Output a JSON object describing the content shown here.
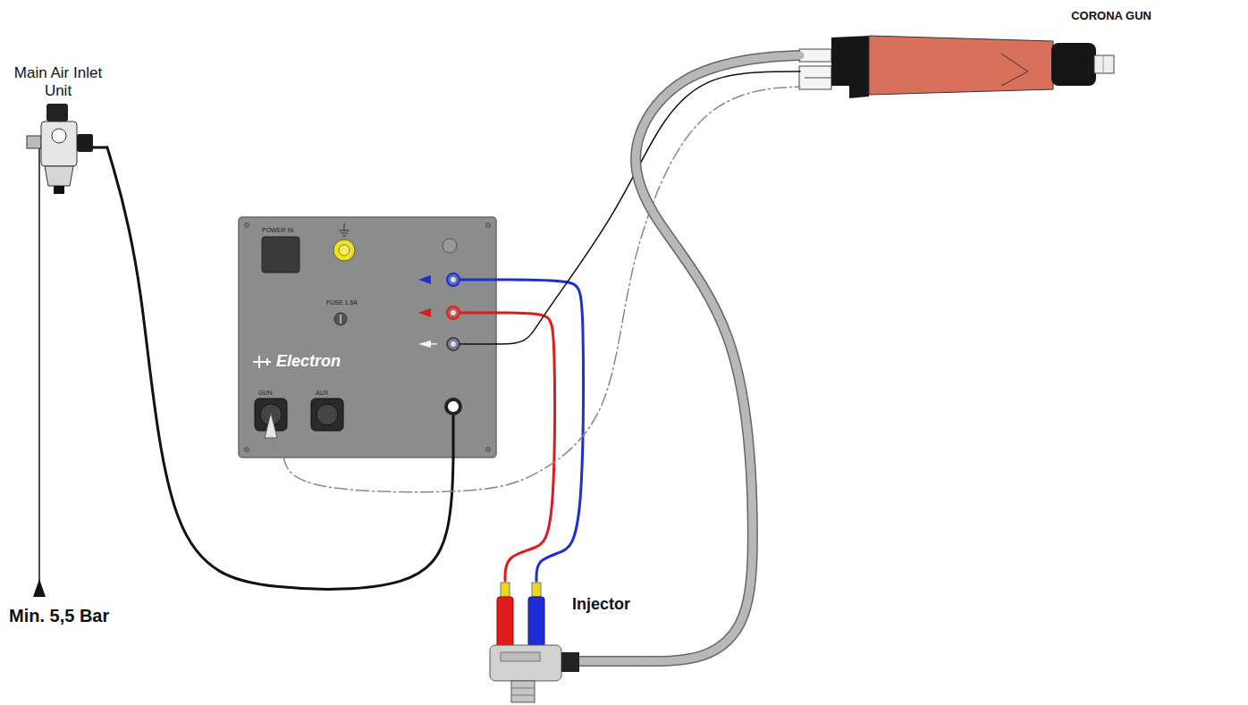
{
  "diagram": {
    "nodes": [
      {
        "text": [
          "Main Air Inlet Unit"
        ]
      },
      {
        "text": [
          "POWER IN",
          "FUSE 1.6A",
          "Electron",
          "GUN",
          "AUX"
        ]
      },
      {
        "text": [
          "Injector"
        ]
      },
      {
        "text": [
          "CORONA GUN"
        ]
      }
    ],
    "edges": [
      {
        "from": 0,
        "to": 1,
        "arrow": "none"
      },
      {
        "from": 1,
        "to": 2,
        "arrow": "none"
      },
      {
        "from": 1,
        "to": 2,
        "arrow": "none"
      },
      {
        "from": 1,
        "to": 3,
        "arrow": "none"
      },
      {
        "from": 1,
        "to": 3,
        "arrow": "none"
      },
      {
        "from": 2,
        "to": 3,
        "arrow": "none"
      }
    ],
    "labels": [
      "Min. 5,5 Bar"
    ]
  }
}
